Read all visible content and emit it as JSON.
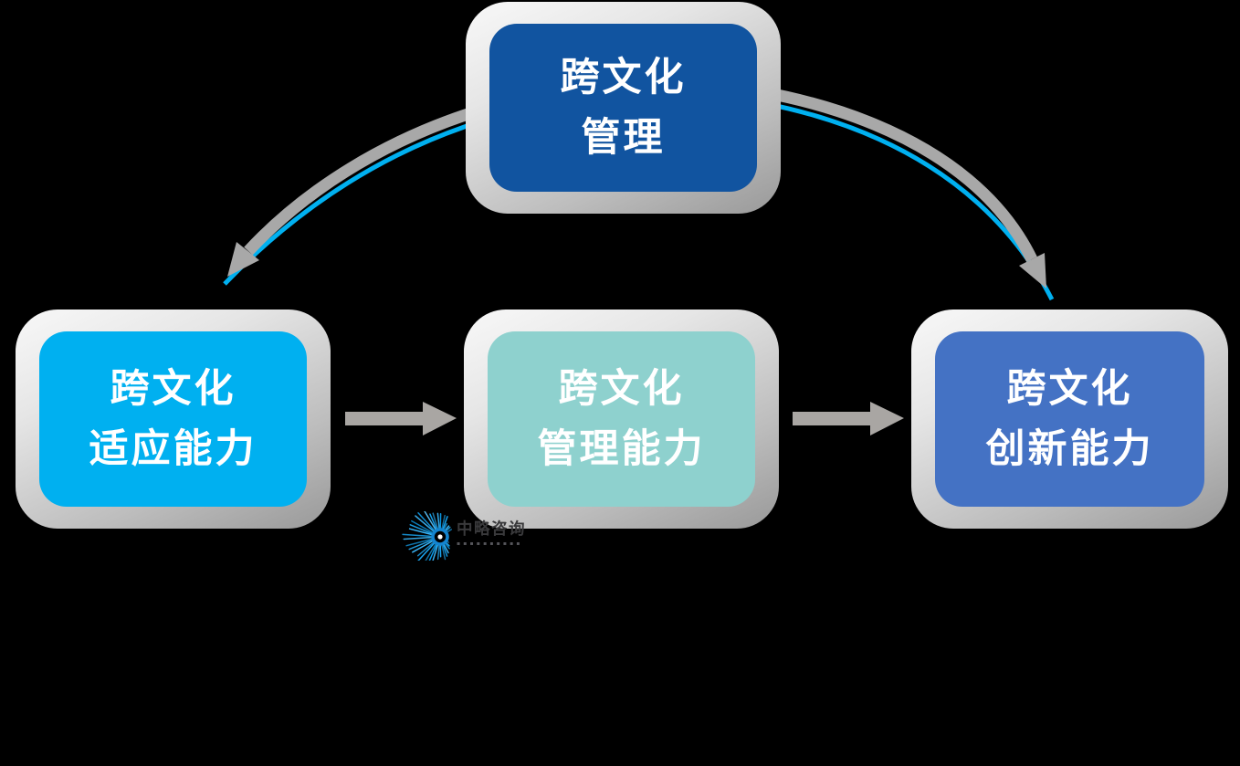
{
  "diagram": {
    "top_node": {
      "lines": [
        "跨文化",
        "管理"
      ],
      "fill": "#1154A0"
    },
    "bottom_nodes": [
      {
        "lines": [
          "跨文化",
          "适应能力"
        ],
        "fill": "#00B0F0"
      },
      {
        "lines": [
          "跨文化",
          "管理能力"
        ],
        "fill": "#8ED1CE"
      },
      {
        "lines": [
          "跨文化",
          "创新能力"
        ],
        "fill": "#4472C4"
      }
    ],
    "arrows": {
      "straight_color": "#A9A6A3",
      "curve_color": "#A8A8A8",
      "accent_color": "#00B0F0"
    },
    "colors": {
      "background": "#000000",
      "frame_light": "#F8F8F8",
      "frame_dark": "#999999",
      "node_text": "#FFFFFF"
    }
  },
  "logo": {
    "name": "中略咨询",
    "tagline": "▪▪▪▪▪▪▪▪▪▪",
    "icon": "eye-starburst-icon",
    "ring_color": "#1484CF",
    "name_color": "#39393B"
  }
}
